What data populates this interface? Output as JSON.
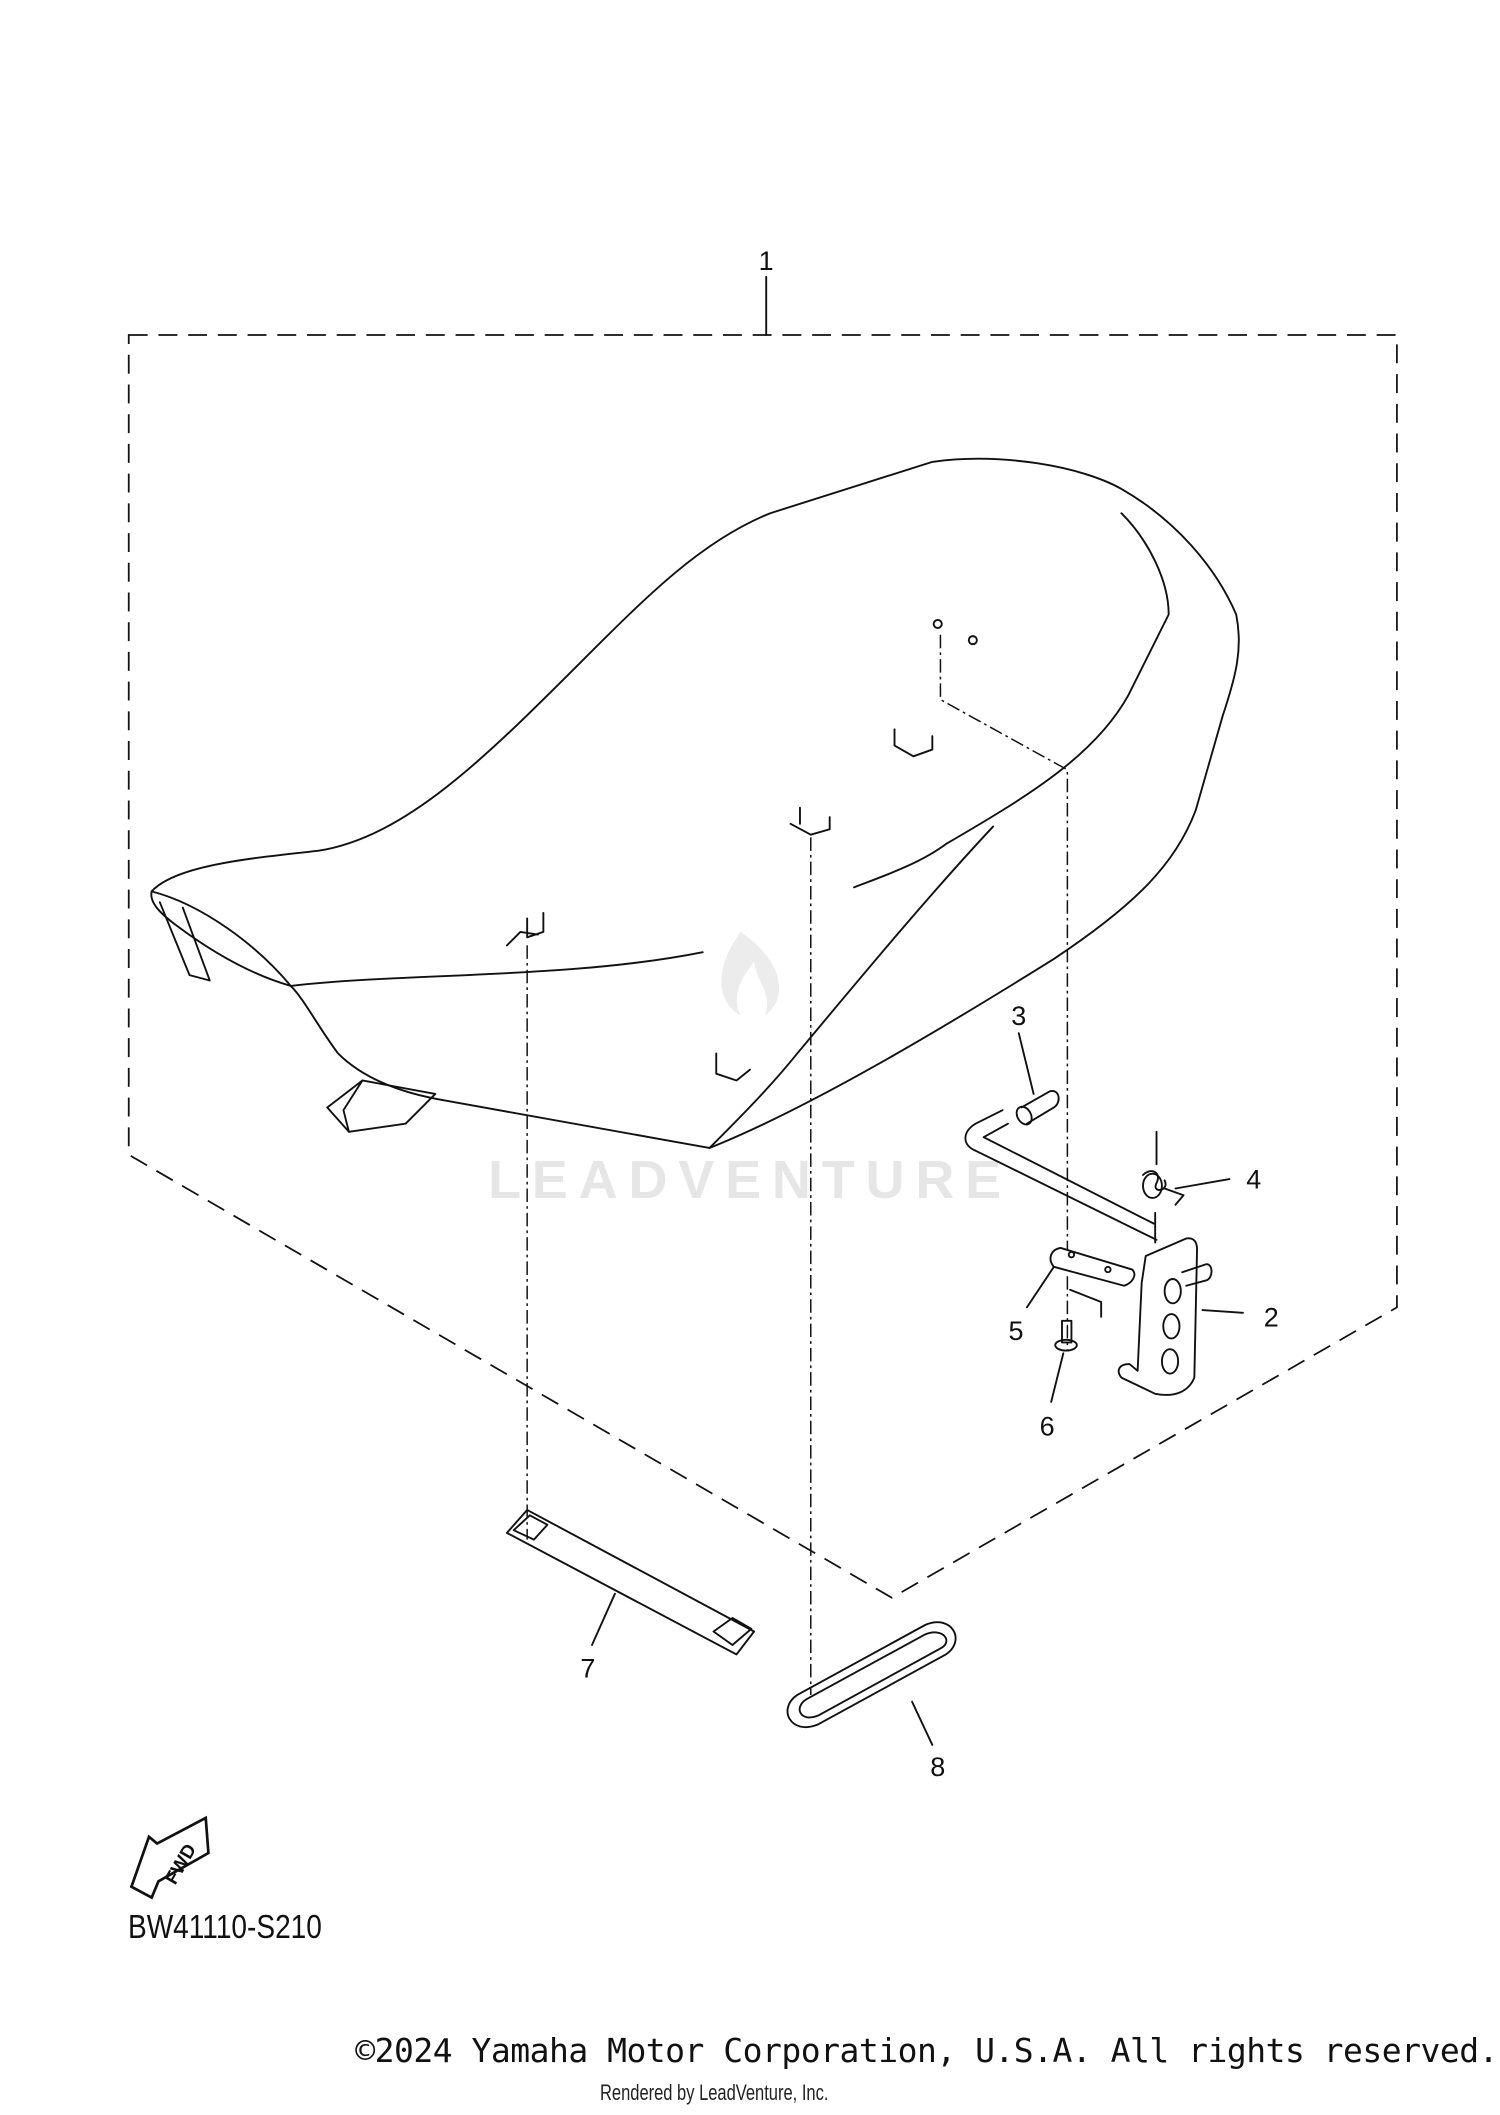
{
  "diagram": {
    "callouts": [
      "1",
      "2",
      "3",
      "4",
      "5",
      "6",
      "7",
      "8"
    ],
    "watermark": "LEADVENTURE",
    "fwd_logo": "FWD",
    "diagram_code": "BW41110-S210"
  },
  "footer": {
    "copyright": "©2024 Yamaha Motor Corporation, U.S.A. All rights reserved.",
    "rendered_by": "Rendered by LeadVenture, Inc."
  }
}
